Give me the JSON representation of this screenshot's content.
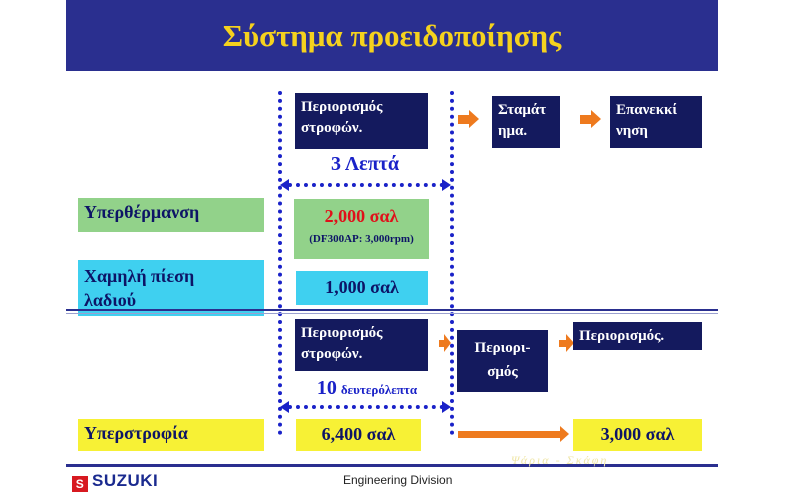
{
  "title": "Σύστημα προειδοποίησης",
  "boxes": {
    "limit_rpm_top_line1": "Περιορισμός",
    "limit_rpm_top_line2": "στροφών.",
    "stop_line1": "Σταμάτ",
    "stop_line2": "ημα.",
    "restart_line1": "Επανεκκί",
    "restart_line2": "νηση",
    "limit_rpm_mid_line1": "Περιορισμός",
    "limit_rpm_mid_line2": "στροφών.",
    "limit_mid_line1": "Περιορι-",
    "limit_mid_line2": "σμός",
    "limit_right": "Περιορισμός."
  },
  "durations": {
    "top": "3 Λεπτά",
    "bottom_number": "10",
    "bottom_unit": "δευτερόλεπτα"
  },
  "rows": {
    "overheat": {
      "label": "Υπερθέρμανση",
      "value": "2,000 σαλ",
      "note": "(DF300AP: 3,000rpm)"
    },
    "oil": {
      "label_line1": "Χαμηλή πίεση",
      "label_line2": "λαδιού",
      "value": "1,000 σαλ"
    },
    "overrev": {
      "label": "Υπερστροφία",
      "value": "6,400 σαλ",
      "value_right": "3,000 σαλ"
    }
  },
  "footer": {
    "brand": "SUZUKI",
    "division": "Engineering Division",
    "faint_text": "Ψάρια - Σκάφη"
  },
  "colors": {
    "header": "#2a2f8f",
    "title": "#f5d21e",
    "navy_box": "#141a5e",
    "dotted_blue": "#1a22c8",
    "arrow_orange": "#ee7a1e",
    "green": "#92d28a",
    "cyan": "#3fd0f0",
    "yellow": "#f7f135",
    "red_value": "#e0101a"
  }
}
